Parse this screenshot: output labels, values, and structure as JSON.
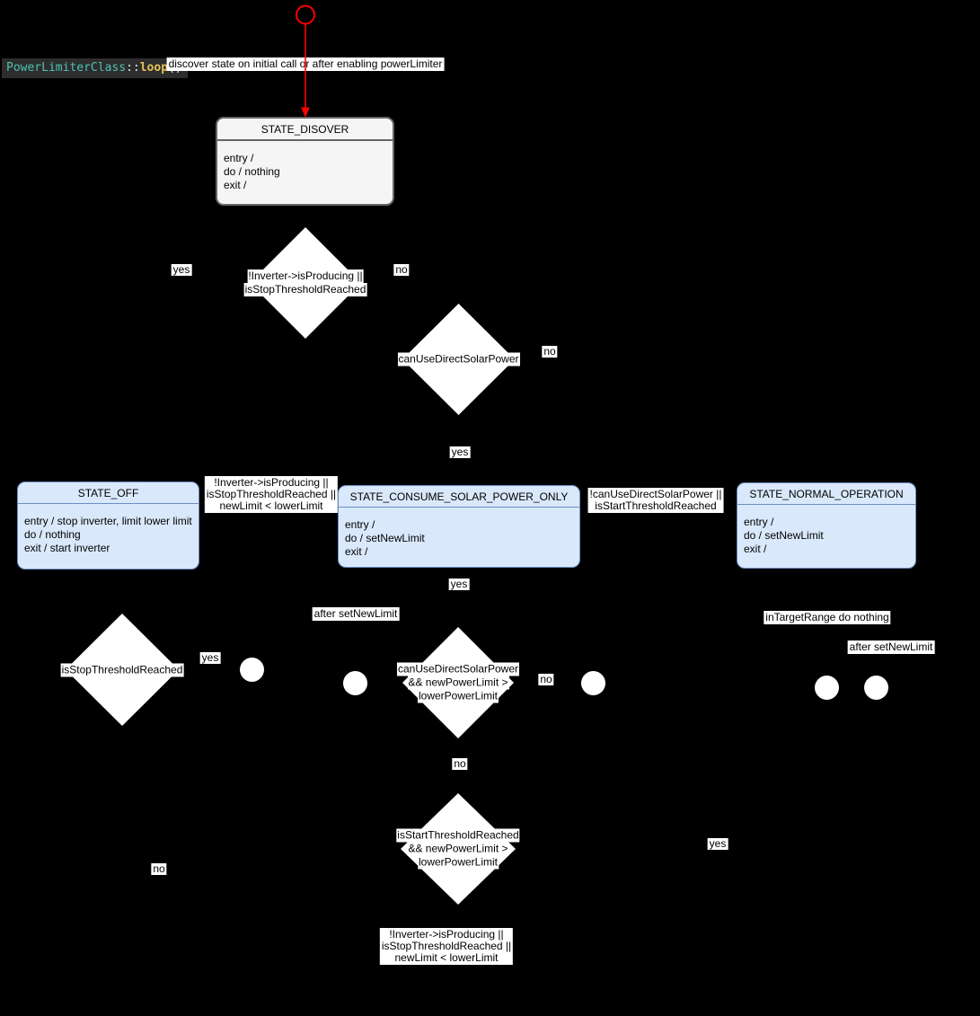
{
  "code": {
    "class_name": "PowerLimiterClass",
    "scope": "::",
    "method": "loop",
    "args": "()"
  },
  "start": {
    "label": "discover state on initial call or after enabling powerLimiter"
  },
  "states": {
    "discover": {
      "title": "STATE_DISOVER",
      "body": [
        "entry /",
        "do / nothing",
        "exit /"
      ]
    },
    "off": {
      "title": "STATE_OFF",
      "body": [
        "entry / stop inverter, limit lower limit",
        "do / nothing",
        "exit / start inverter"
      ]
    },
    "consume": {
      "title": "STATE_CONSUME_SOLAR_POWER_ONLY",
      "body": [
        "entry /",
        "do / setNewLimit",
        "exit /"
      ]
    },
    "normal": {
      "title": "STATE_NORMAL_OPERATION",
      "body": [
        "entry /",
        "do / setNewLimit",
        "exit /"
      ]
    }
  },
  "decisions": {
    "d1": {
      "lines": [
        "!Inverter->isProducing ||",
        "isStopThresholdReached"
      ]
    },
    "d2": {
      "lines": [
        "canUseDirectSolarPower"
      ]
    },
    "d3": {
      "lines": [
        "isStopThresholdReached"
      ]
    },
    "d4": {
      "lines": [
        "canUseDirectSolarPower",
        "&& newPowerLimit >",
        "lowerPowerLimit"
      ]
    },
    "d5": {
      "lines": [
        "isStartThresholdReached",
        "&& newPowerLimit >",
        "lowerPowerLimit"
      ]
    }
  },
  "guards": {
    "to_off": {
      "lines": [
        "!Inverter->isProducing ||",
        "isStopThresholdReached ||",
        "newLimit < lowerLimit"
      ]
    },
    "to_normal": {
      "lines": [
        "!canUseDirectSolarPower ||",
        "isStartThresholdReached"
      ]
    },
    "bottom": {
      "lines": [
        "!Inverter->isProducing ||",
        "isStopThresholdReached ||",
        "newLimit < lowerLimit"
      ]
    },
    "after_set_new_limit_1": "after setNewLimit",
    "in_target_range": "inTargetRange do nothing",
    "after_set_new_limit_2": "after setNewLimit"
  },
  "branches": {
    "d1_yes": "yes",
    "d1_no": "no",
    "d2_no": "no",
    "d2_yes": "yes",
    "consume_yes": "yes",
    "d3_yes": "yes",
    "d3_no": "no",
    "d4_no_right": "no",
    "d4_no_down": "no",
    "d5_yes": "yes"
  },
  "colors": {
    "background": "#000000",
    "state_blue_bg": "#dae8fc",
    "state_blue_border": "#6c8ebf",
    "state_gray_bg": "#f5f5f5",
    "state_gray_border": "#666666",
    "initial_red": "#ff0000",
    "label_bg": "#ffffff",
    "code_bg": "#2d2d2d",
    "code_class": "#4ec2b2",
    "code_method": "#e5c35a"
  }
}
